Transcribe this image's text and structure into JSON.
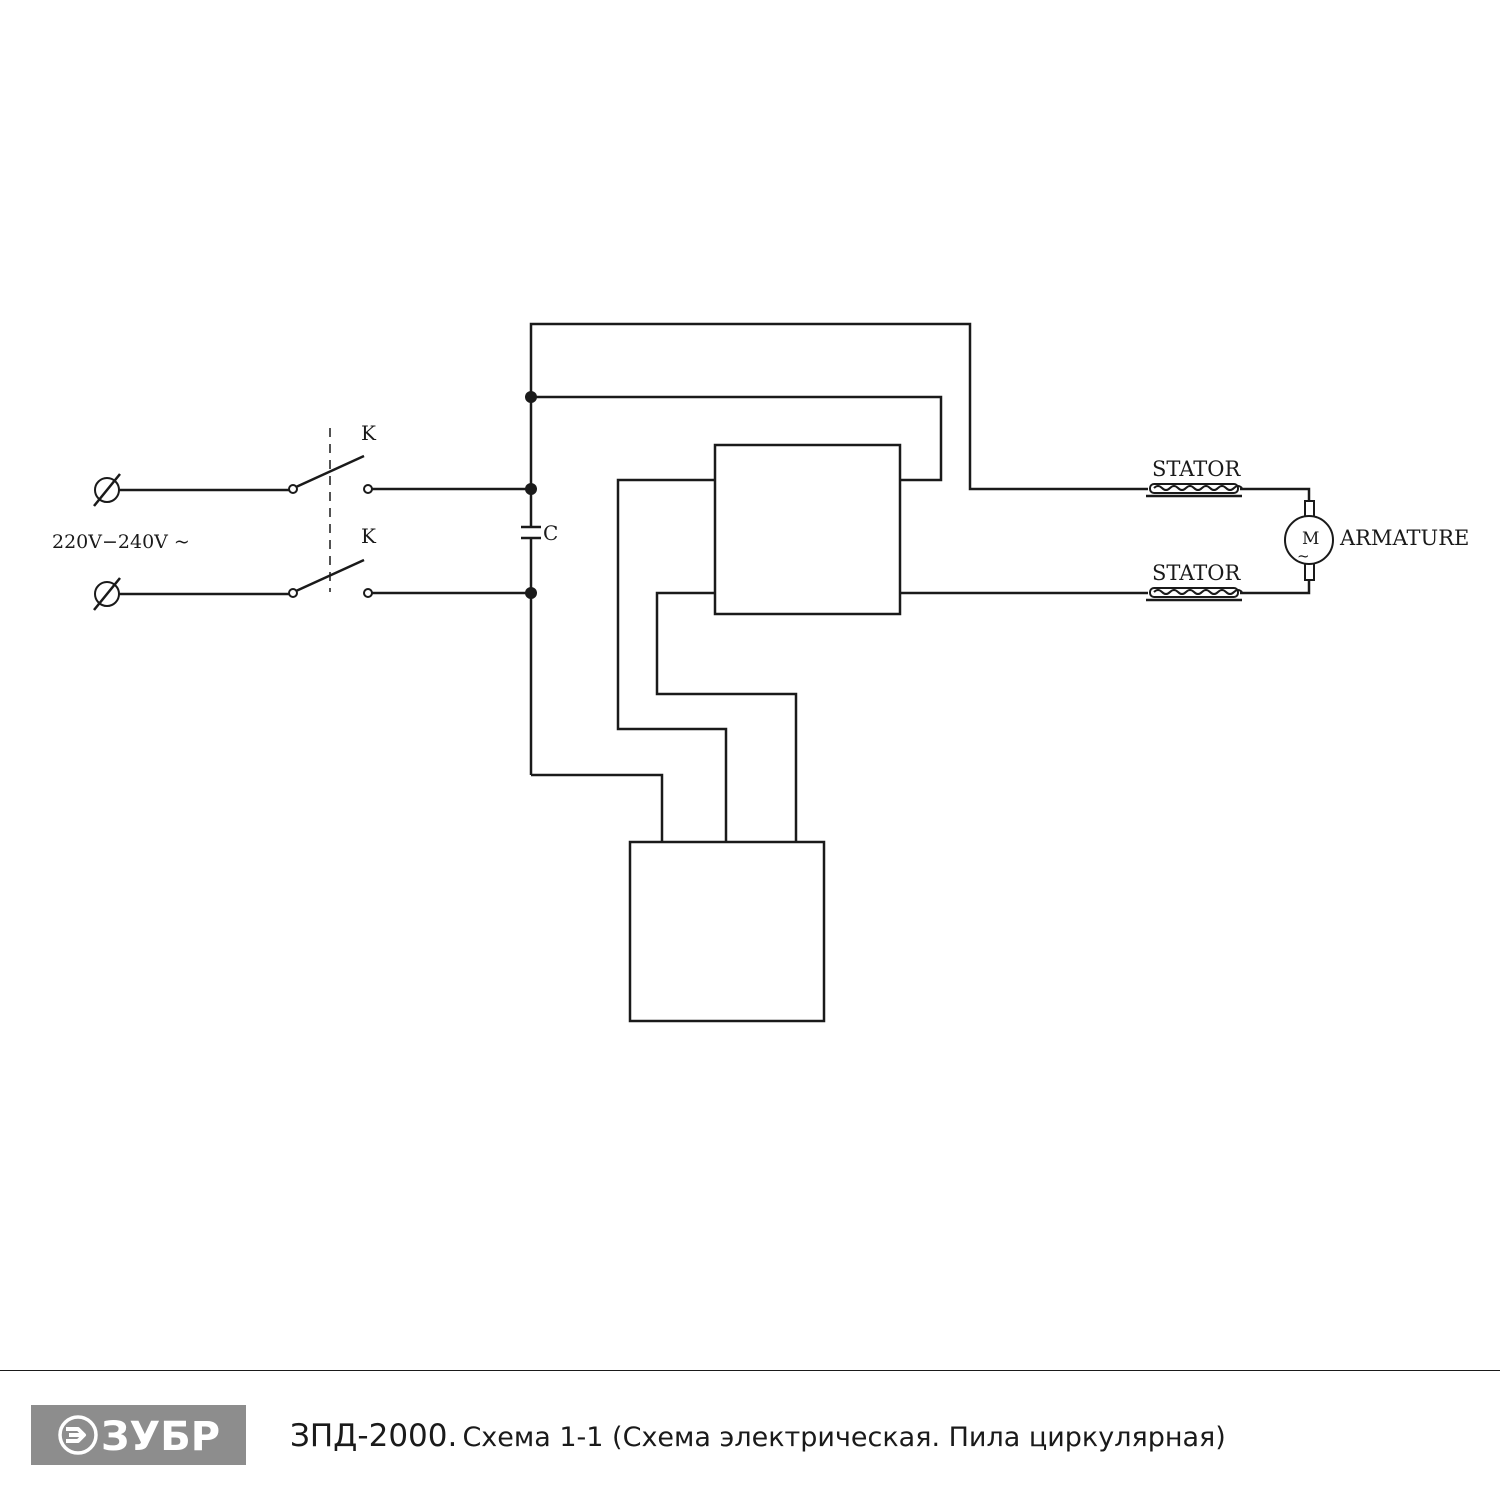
{
  "diagram": {
    "supply_label": "220V−240V ~",
    "switch_label_top": "K",
    "switch_label_bottom": "K",
    "capacitor_label": "C",
    "stator_label_top": "STATOR",
    "stator_label_bottom": "STATOR",
    "motor_symbol": "M",
    "motor_ac_symbol": "~",
    "armature_label": "ARMATURE"
  },
  "footer": {
    "brand": "ЗУБР",
    "brand_icon": "arrow-chevrons-icon",
    "model": "ЗПД-2000.",
    "description": "Схема 1-1 (Схема электрическая. Пила циркулярная)"
  }
}
